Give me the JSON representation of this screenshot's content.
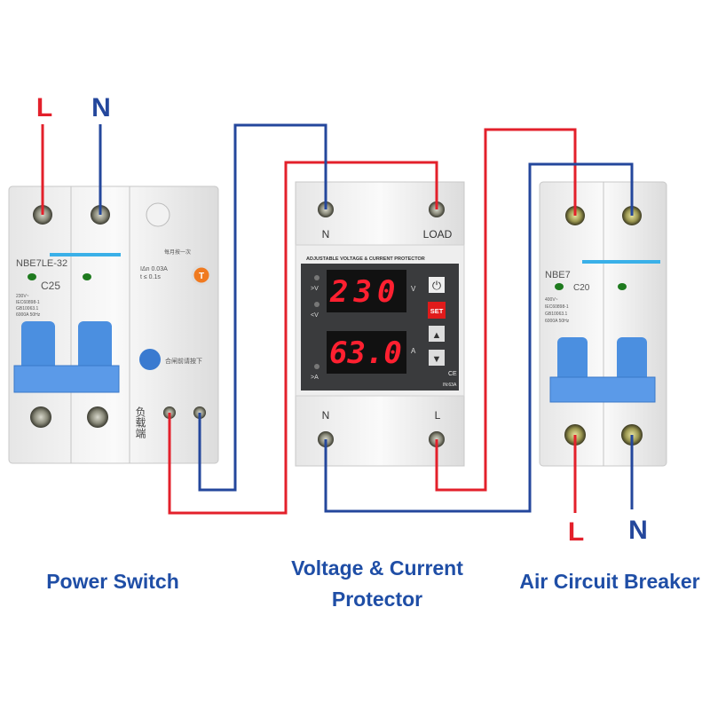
{
  "colors": {
    "live": "#e3202b",
    "neutral": "#24479c",
    "label": "#1f4ea6",
    "panel": "#3a3b3d",
    "set": "#e01b1b",
    "handle": "#4b8fe0"
  },
  "supply_labels": {
    "live": "L",
    "neutral": "N"
  },
  "output_labels": {
    "live": "L",
    "neutral": "N"
  },
  "power_switch": {
    "caption": "Power Switch",
    "model": "NBE7LE-32",
    "rating": "C25",
    "specs": [
      "230V~",
      "IEC60898-1",
      "GB10063.1",
      "6000A 50Hz"
    ],
    "rcd_specs": [
      "IΔn 0.03A",
      "t ≤ 0.1s"
    ],
    "test_button": "T",
    "monthly_test": "每月按一次",
    "reset_hint": "合闸前请按下",
    "load_side": "负载端"
  },
  "protector": {
    "caption_line1": "Voltage & Current",
    "caption_line2": "Protector",
    "panel_title": "ADJUSTABLE VOLTAGE & CURRENT PROTECTOR",
    "top_terminals": [
      "N",
      "LOAD"
    ],
    "bottom_terminals": [
      "N",
      "L"
    ],
    "voltage_display": "230",
    "current_display": "63.0",
    "voltage_unit": "V",
    "current_unit": "A",
    "indicators": [
      ">V",
      "<V",
      ">A"
    ],
    "buttons": {
      "power": "⏻",
      "set": "SET",
      "up": "▲",
      "down": "▼"
    },
    "ce": "CE",
    "rating": "IN:63A"
  },
  "air_breaker": {
    "caption": "Air Circuit Breaker",
    "model": "NBE7",
    "rating": "C20",
    "specs": [
      "400V~",
      "IEC60898-1",
      "GB10063.1",
      "6000A 50Hz"
    ]
  }
}
